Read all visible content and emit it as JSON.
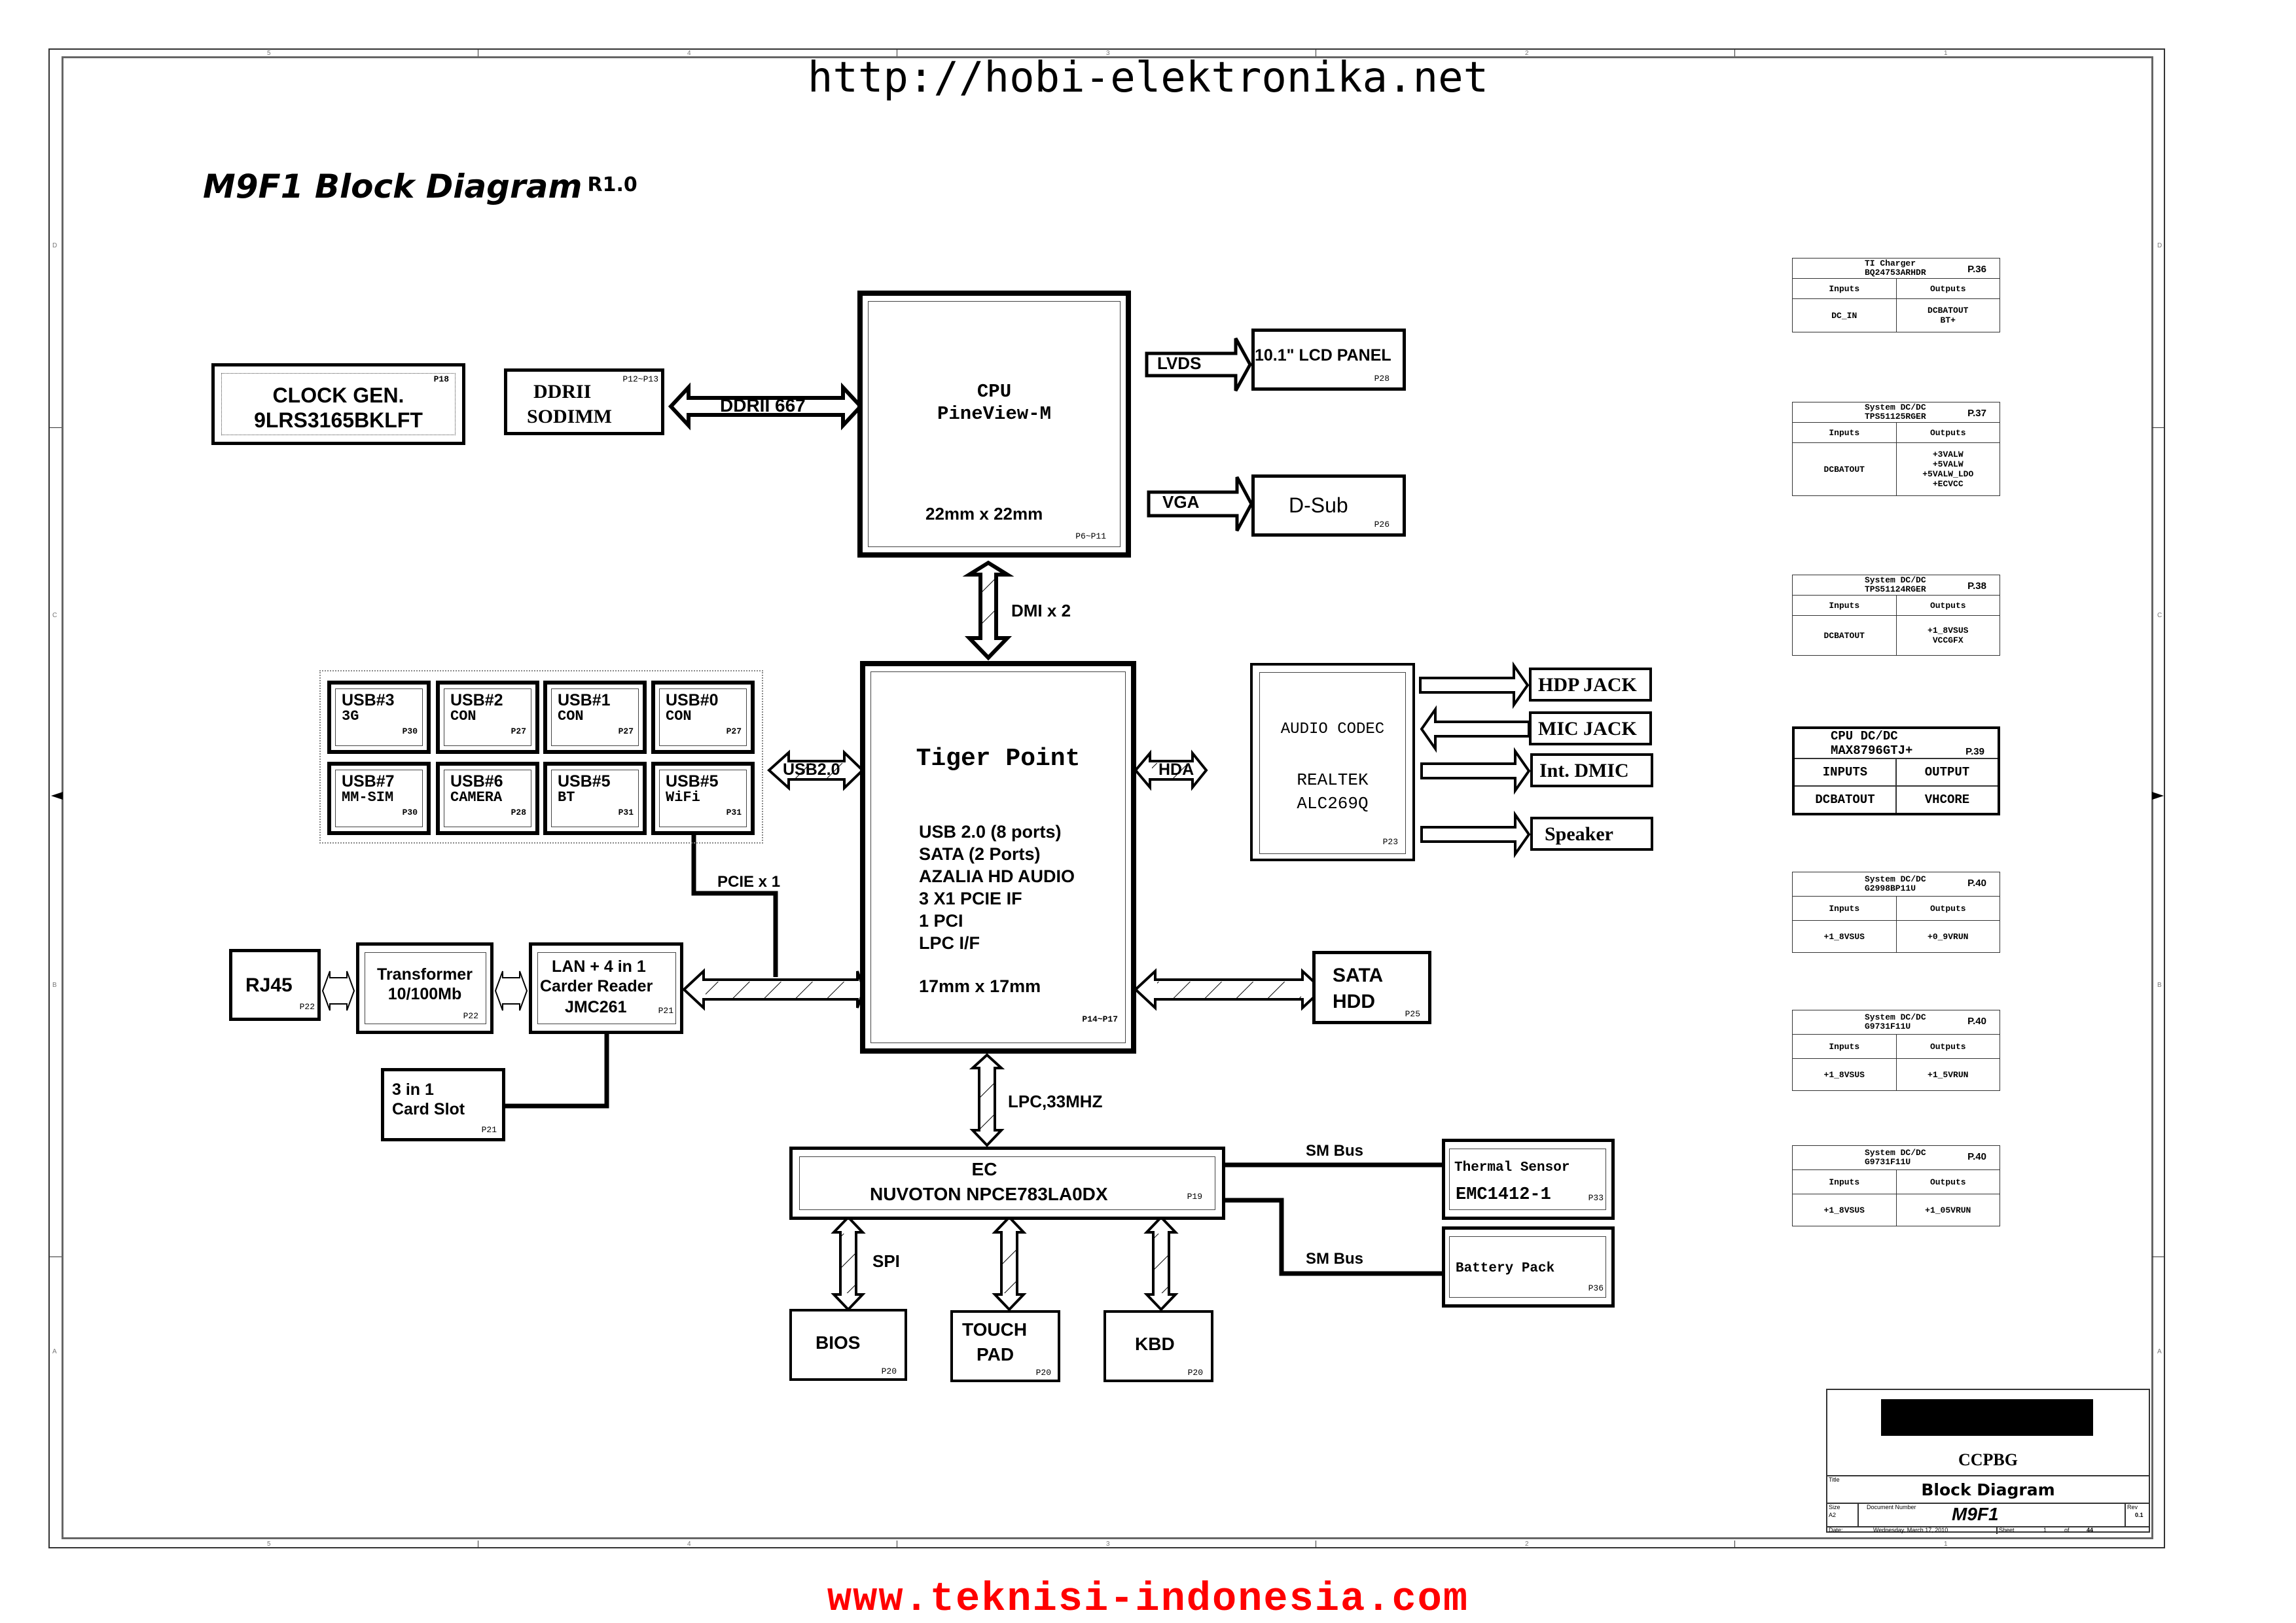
{
  "watermarks": {
    "top": "http://hobi-elektronika.net",
    "bottom": "www.teknisi-indonesia.com",
    "bottom_color": "#ff0000"
  },
  "frame": {
    "columns": [
      "5",
      "4",
      "3",
      "2",
      "1"
    ],
    "rows": [
      "D",
      "C",
      "B",
      "A"
    ]
  },
  "title": {
    "main": "M9F1 Block Diagram",
    "revision": "R1.0"
  },
  "blocks": {
    "clock_gen": {
      "line1": "CLOCK GEN.",
      "line2": "9LRS3165BKLFT",
      "page": "P18"
    },
    "ddr": {
      "line1": "DDRII",
      "line2": "SODIMM",
      "page": "P12~P13"
    },
    "cpu": {
      "line1": "CPU",
      "line2": "PineView-M",
      "size": "22mm x 22mm",
      "page": "P6~P11"
    },
    "lcd": {
      "label": "10.1\" LCD PANEL",
      "page": "P28"
    },
    "dsub": {
      "label": "D-Sub",
      "page": "P26"
    },
    "south_bridge": {
      "name": "Tiger Point",
      "features": [
        "USB 2.0 (8 ports)",
        "SATA (2 Ports)",
        "AZALIA HD AUDIO",
        "3 X1 PCIE IF",
        "1 PCI",
        "LPC I/F"
      ],
      "size": "17mm x 17mm",
      "page": "P14~P17"
    },
    "audio_codec": {
      "line1": "AUDIO CODEC",
      "line2": "REALTEK",
      "line3": "ALC269Q",
      "page": "P23"
    },
    "audio_outputs": [
      "HDP JACK",
      "MIC JACK",
      "Int. DMIC",
      "Speaker"
    ],
    "usb_ports": [
      {
        "name": "USB#3",
        "desc": "3G",
        "page": "P30"
      },
      {
        "name": "USB#2",
        "desc": "CON",
        "page": "P27"
      },
      {
        "name": "USB#1",
        "desc": "CON",
        "page": "P27"
      },
      {
        "name": "USB#0",
        "desc": "CON",
        "page": "P27"
      },
      {
        "name": "USB#7",
        "desc": "MM-SIM",
        "page": "P30"
      },
      {
        "name": "USB#6",
        "desc": "CAMERA",
        "page": "P28"
      },
      {
        "name": "USB#5",
        "desc": "BT",
        "page": "P31"
      },
      {
        "name": "USB#5",
        "desc": "WiFi",
        "page": "P31"
      }
    ],
    "rj45": {
      "label": "RJ45",
      "page": "P22"
    },
    "transformer": {
      "line1": "Transformer",
      "line2": "10/100Mb",
      "page": "P22"
    },
    "lan": {
      "line1": "LAN + 4 in 1",
      "line2": "Carder Reader",
      "line3": "JMC261",
      "page": "P21"
    },
    "card_slot": {
      "line1": "3 in 1",
      "line2": "Card  Slot",
      "page": "P21"
    },
    "sata_hdd": {
      "line1": "SATA",
      "line2": "HDD",
      "page": "P25"
    },
    "ec": {
      "line1": "EC",
      "line2": "NUVOTON NPCE783LA0DX",
      "page": "P19"
    },
    "thermal": {
      "line1": "Thermal Sensor",
      "line2": "EMC1412-1",
      "page": "P33"
    },
    "battery": {
      "label": "Battery Pack",
      "page": "P36"
    },
    "bios": {
      "label": "BIOS",
      "page": "P20"
    },
    "touchpad": {
      "line1": "TOUCH",
      "line2": "PAD",
      "page": "P20"
    },
    "kbd": {
      "label": "KBD",
      "page": "P20"
    }
  },
  "buses": {
    "ddr": "DDRII 667",
    "lvds": "LVDS",
    "vga": "VGA",
    "dmi": "DMI x 2",
    "usb": "USB2.0",
    "hda": "HDA",
    "pcie": "PCIE x 1",
    "lpc": "LPC,33MHZ",
    "spi": "SPI",
    "smbus1": "SM Bus",
    "smbus2": "SM Bus"
  },
  "power_tables": [
    {
      "title1": "TI Charger",
      "title2": "BQ24753ARHDR",
      "page": "P.36",
      "in_header": "Inputs",
      "out_header": "Outputs",
      "inputs": [
        "DC_IN"
      ],
      "outputs": [
        "DCBATOUT",
        "BT+"
      ]
    },
    {
      "title1": "System DC/DC",
      "title2": "TPS51125RGER",
      "page": "P.37",
      "in_header": "Inputs",
      "out_header": "Outputs",
      "inputs": [
        "DCBATOUT"
      ],
      "outputs": [
        "+3VALW",
        "+5VALW",
        "+5VALW_LDO",
        "+ECVCC"
      ]
    },
    {
      "title1": "System DC/DC",
      "title2": "TPS51124RGER",
      "page": "P.38",
      "in_header": "Inputs",
      "out_header": "Outputs",
      "inputs": [
        "DCBATOUT"
      ],
      "outputs": [
        "+1_8VSUS",
        "VCCGFX"
      ]
    },
    {
      "title1": "CPU DC/DC",
      "title2": "MAX8796GTJ+",
      "page": "P.39",
      "in_header": "INPUTS",
      "out_header": "OUTPUT",
      "inputs": [
        "DCBATOUT"
      ],
      "outputs": [
        "VHCORE"
      ]
    },
    {
      "title1": "System DC/DC",
      "title2": "G2998BP11U",
      "page": "P.40",
      "in_header": "Inputs",
      "out_header": "Outputs",
      "inputs": [
        "+1_8VSUS"
      ],
      "outputs": [
        "+0_9VRUN"
      ]
    },
    {
      "title1": "System DC/DC",
      "title2": "G9731F11U",
      "page": "P.40",
      "in_header": "Inputs",
      "out_header": "Outputs",
      "inputs": [
        "+1_8VSUS"
      ],
      "outputs": [
        "+1_5VRUN"
      ]
    },
    {
      "title1": "System DC/DC",
      "title2": "G9731F11U",
      "page": "P.40",
      "in_header": "Inputs",
      "out_header": "Outputs",
      "inputs": [
        "+1_8VSUS"
      ],
      "outputs": [
        "+1_05VRUN"
      ]
    }
  ],
  "title_block": {
    "company": "CCPBG",
    "title_label": "Title",
    "title": "Block Diagram",
    "size_label": "Size",
    "size": "A2",
    "doc_label": "Document Number",
    "doc_number": "M9F1",
    "rev_label": "Rev",
    "rev": "0.1",
    "date_label": "Date:",
    "date": "Wednesday, March 17, 2010",
    "sheet_label": "Sheet",
    "sheet": "1",
    "of_label": "of",
    "sheets_total": "44"
  }
}
